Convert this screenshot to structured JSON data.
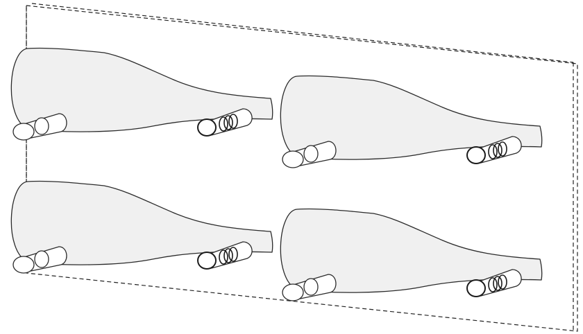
{
  "diagram": {
    "type": "isometric-wine-rack",
    "panel_style": "dashed",
    "bottles": [
      {
        "row": 1,
        "column": 1
      },
      {
        "row": 1,
        "column": 2
      },
      {
        "row": 2,
        "column": 1
      },
      {
        "row": 2,
        "column": 2
      }
    ],
    "colors": {
      "bottle_fill": "#f0f0f0",
      "outline": "#2a2a2a",
      "panel_outline": "#222222"
    }
  }
}
